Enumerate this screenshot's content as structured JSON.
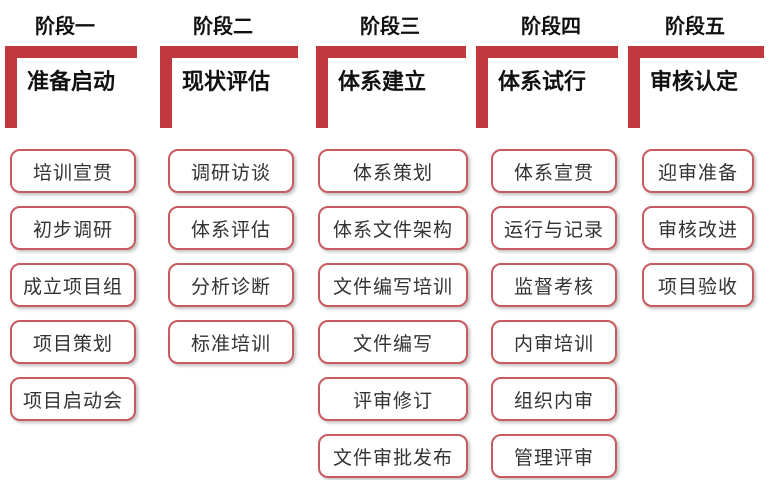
{
  "phases": [
    {
      "label": "阶段一",
      "title": "准备启动",
      "steps": [
        "培训宣贯",
        "初步调研",
        "成立项目组",
        "项目策划",
        "项目启动会"
      ]
    },
    {
      "label": "阶段二",
      "title": "现状评估",
      "steps": [
        "调研访谈",
        "体系评估",
        "分析诊断",
        "标准培训"
      ]
    },
    {
      "label": "阶段三",
      "title": "体系建立",
      "steps": [
        "体系策划",
        "体系文件架构",
        "文件编写培训",
        "文件编写",
        "评审修订",
        "文件审批发布"
      ]
    },
    {
      "label": "阶段四",
      "title": "体系试行",
      "steps": [
        "体系宣贯",
        "运行与记录",
        "监督考核",
        "内审培训",
        "组织内审",
        "管理评审"
      ]
    },
    {
      "label": "阶段五",
      "title": "审核认定",
      "steps": [
        "迎审准备",
        "审核改进",
        "项目验收"
      ]
    }
  ],
  "colors": {
    "accent": "#c0393f",
    "box_border": "#c75b5f"
  }
}
